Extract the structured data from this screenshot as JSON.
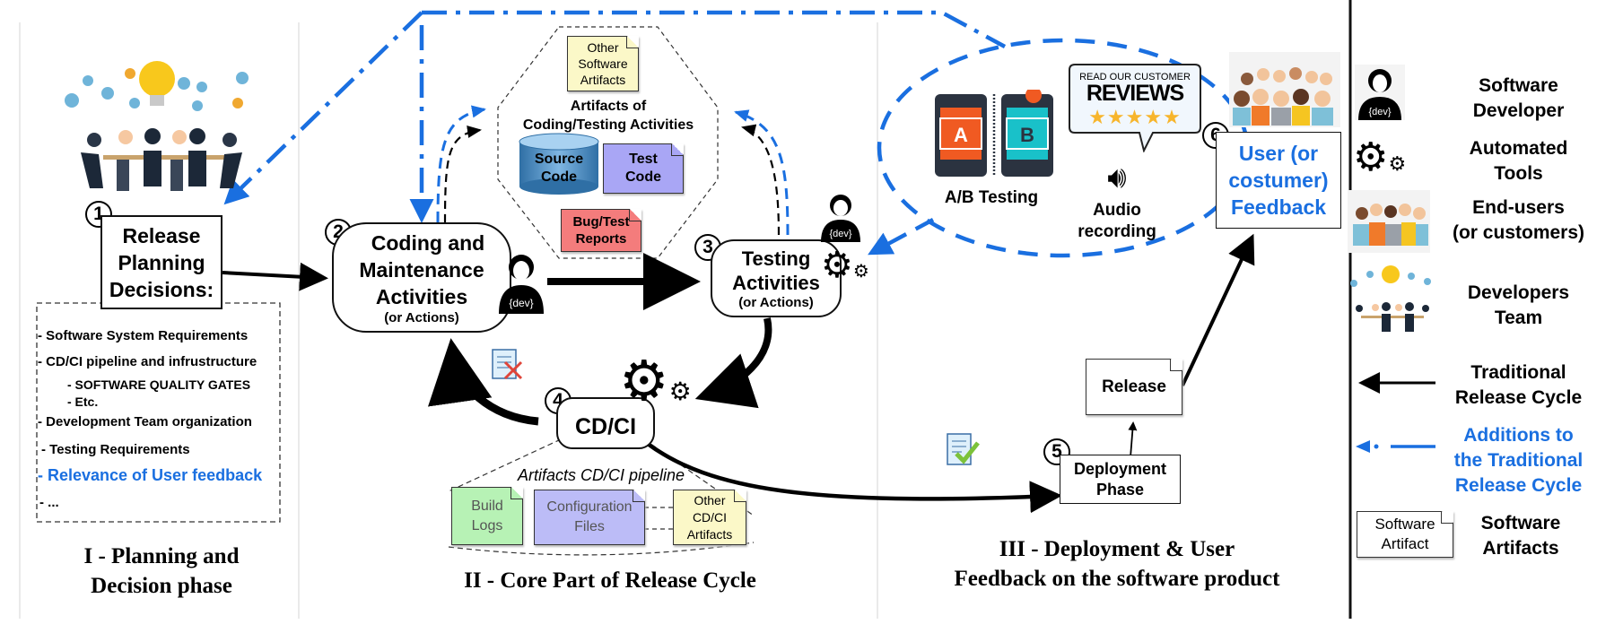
{
  "colors": {
    "additions_blue": "#1a6fe0",
    "traditional_black": "#000000",
    "bug_report_red": "#f47c7c",
    "test_code_purple": "#a9a6f5",
    "other_artifacts_yellow": "#fbf8c8",
    "build_logs_green": "#b7f2b5",
    "config_files_purple": "#bcbcf7",
    "source_code_blue": "#4d8fc4"
  },
  "phases": {
    "planning": {
      "title_line1": "I - Planning and",
      "title_line2": "Decision phase",
      "step_number": "1",
      "box_lines": [
        "Release",
        "Planning",
        "Decisions:"
      ],
      "decisions": [
        {
          "text": "- Software System Requirements",
          "highlight": false
        },
        {
          "text": "- CD/CI pipeline and infrustructure",
          "highlight": false
        },
        {
          "text": "- SOFTWARE QUALITY GATES",
          "highlight": false
        },
        {
          "text": "- Etc.",
          "highlight": false
        },
        {
          "text": "- Development Team organization",
          "highlight": false
        },
        {
          "text": "- Testing Requirements",
          "highlight": false
        },
        {
          "text": "- Relevance of User feedback",
          "highlight": true
        },
        {
          "text": "- ...",
          "highlight": false
        }
      ]
    },
    "core": {
      "title": "II - Core Part of Release Cycle",
      "coding": {
        "step_number": "2",
        "lines": [
          "Coding and",
          "Maintenance",
          "Activities"
        ],
        "sub": "(or Actions)"
      },
      "testing": {
        "step_number": "3",
        "lines": [
          "Testing",
          "Activities"
        ],
        "sub": "(or Actions)"
      },
      "cdci": {
        "step_number": "4",
        "label": "CD/CI"
      },
      "coding_artifacts": {
        "title_line1": "Artifacts of",
        "title_line2": "Coding/Testing Activities",
        "other": [
          "Other",
          "Software",
          "Artifacts"
        ],
        "source_code": [
          "Source",
          "Code"
        ],
        "test_code": [
          "Test",
          "Code"
        ],
        "bug_reports": [
          "Bug/Test",
          "Reports"
        ]
      },
      "pipeline_artifacts": {
        "title": "Artifacts CD/CI pipeline",
        "build_logs": [
          "Build",
          "Logs"
        ],
        "config_files": [
          "Configuration",
          "Files"
        ],
        "other": [
          "Other",
          "CD/CI",
          "Artifacts"
        ]
      },
      "dev_badge": "{dev}"
    },
    "deployment": {
      "title_line1": "III - Deployment & User",
      "title_line2": "Feedback on the software product",
      "deploy": {
        "step_number": "5",
        "lines": [
          "Deployment",
          "Phase"
        ]
      },
      "release": "Release",
      "feedback": {
        "step_number": "6",
        "lines": [
          "User (or",
          "costumer)",
          "Feedback"
        ]
      },
      "ab_testing": {
        "label": "A/B Testing",
        "variant_a": "A",
        "variant_b": "B"
      },
      "reviews": {
        "line1": "READ OUR CUSTOMER",
        "line2": "REVIEWS",
        "stars": 5
      },
      "audio": {
        "lines": [
          "Audio",
          "recording"
        ]
      }
    }
  },
  "legend": {
    "items": [
      {
        "icon": "software-developer-icon",
        "lines": [
          "Software",
          "Developer"
        ]
      },
      {
        "icon": "gears-icon",
        "lines": [
          "Automated",
          "Tools"
        ]
      },
      {
        "icon": "crowd-icon",
        "lines": [
          "End-users",
          "(or customers)"
        ]
      },
      {
        "icon": "team-icon",
        "lines": [
          "Developers",
          "Team"
        ]
      },
      {
        "icon": "solid-arrow-icon",
        "lines": [
          "Traditional",
          "Release Cycle"
        ]
      },
      {
        "icon": "dashed-arrow-icon",
        "lines": [
          "Additions to",
          "the Traditional",
          "Release Cycle"
        ]
      },
      {
        "icon": "artifact-icon",
        "lines": [
          "Software",
          "Artifacts"
        ]
      }
    ],
    "artifact_sample": [
      "Software",
      "Artifact"
    ],
    "dev_badge": "{dev}"
  }
}
